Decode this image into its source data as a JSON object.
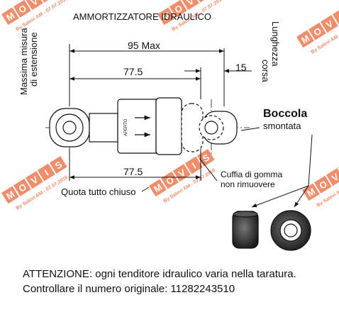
{
  "title": "AMMORTIZZATORE IDRAULICO",
  "dimensions": {
    "max_length": "95 Max",
    "stroke_gap": "15",
    "extended_center": "77.5",
    "closed_center": "77.5"
  },
  "labels": {
    "max_extension_line1": "Massima misura",
    "max_extension_line2": "di estensione",
    "stroke_line1": "Lunghezza",
    "stroke_line2": "corsa",
    "bushing_title": "Boccola",
    "bushing_sub": "smontata",
    "boot_line1": "Cuffia di gomma",
    "boot_line2": "non rimuovere",
    "fully_closed": "Quota tutto chiuso",
    "body_text": "APERTO"
  },
  "watermark": {
    "brand_letters": [
      "M",
      "O",
      "V",
      "I",
      "S"
    ],
    "stamp": "By Salevi AM - 07.07.2016",
    "color": "#f07850"
  },
  "notes": {
    "line1": "ATTENZIONE: ogni tenditore idraulico varia nella taratura.",
    "line2": "Controllare il numero originale:  11282243510"
  },
  "colors": {
    "ink": "#111111",
    "watermark": "#f07850"
  }
}
